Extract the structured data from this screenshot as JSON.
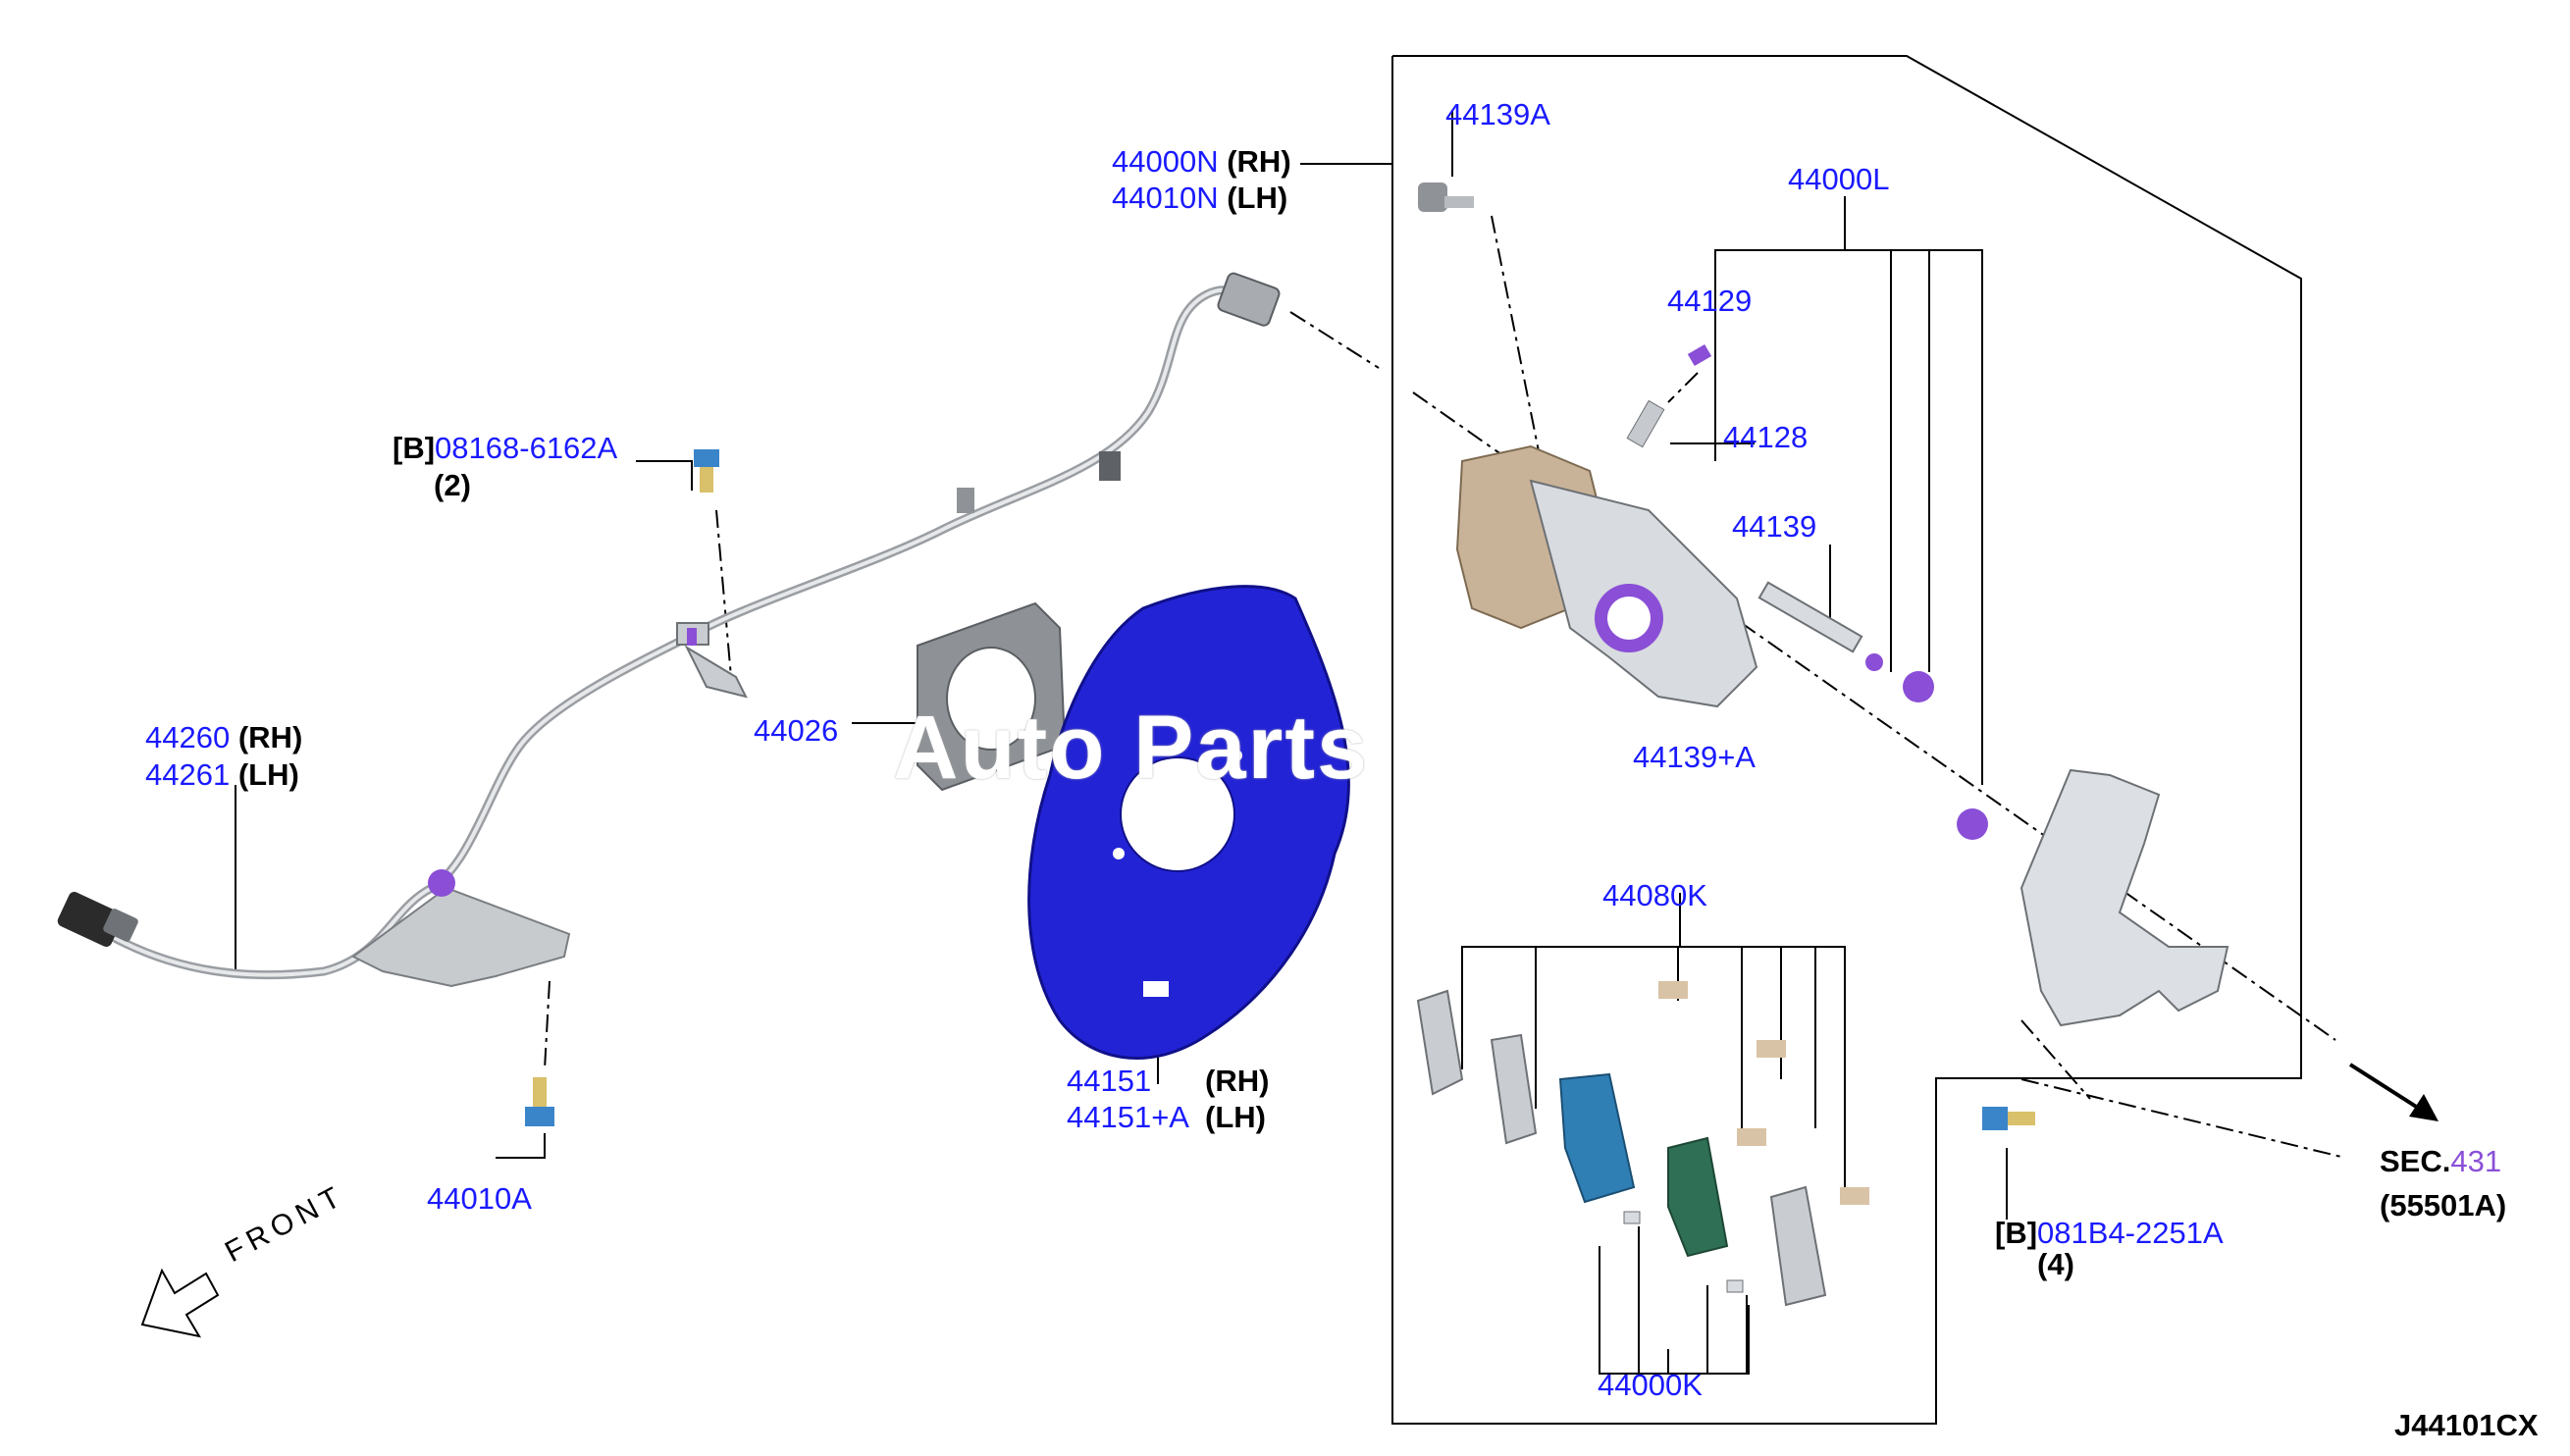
{
  "labels": {
    "rh": "(RH)",
    "lh": "(LH)",
    "hose_rh": "44000N",
    "hose_lh": "44010N",
    "p44139A": "44139A",
    "p44000L": "44000L",
    "p44129": "44129",
    "p44128": "44128",
    "p44139": "44139",
    "p44139_partial": "44139+A",
    "bolt_b_ref": "[B]",
    "bolt_b_part": "08168-6162A",
    "bolt_b_qty": "(2)",
    "sensor_rh": "44260",
    "sensor_lh": "44261",
    "plate_part": "44026",
    "shield_rh": "44151",
    "shield_lh": "44151+A",
    "p44010A": "44010A",
    "p44080K": "44080K",
    "p44000K": "44000K",
    "sec_prefix": "SEC.",
    "sec_num": "431",
    "sec_sub": "(55501A)",
    "bolt_b2_ref": "[B]",
    "bolt_b2_part": "081B4-2251A",
    "bolt_b2_qty": "(4)",
    "front": "FRONT",
    "diagram_code": "J44101CX"
  },
  "watermark": "Auto Parts",
  "colors": {
    "part_number": "#1a1aff",
    "section_number": "#8a4fd6",
    "dust_shield": "#2323d6",
    "caliper_body": "#c9b398",
    "bracket": "#dcdfe3",
    "pad_backing": "#2f7fb5",
    "pad_backing_2": "#2f6f55",
    "grommet": "#8a4fd6"
  },
  "icons": [
    "front-arrow-icon"
  ]
}
